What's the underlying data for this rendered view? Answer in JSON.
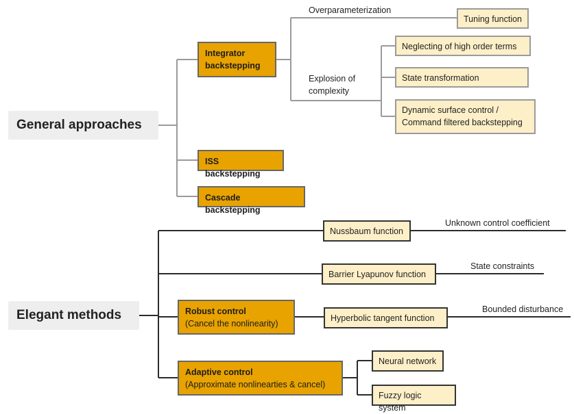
{
  "general": {
    "root": "General approaches",
    "integrator": {
      "line1": "Integrator",
      "line2": "backstepping"
    },
    "iss": "ISS backstepping",
    "cascade": "Cascade backstepping",
    "overparam_label": "Overparameterization",
    "tuning": "Tuning function",
    "explosion_line1": "Explosion of",
    "explosion_line2": "complexity",
    "neglect": "Neglecting of high order terms",
    "state_transform": "State transformation",
    "dsc_line1": "Dynamic surface control /",
    "dsc_line2": "Command filtered backstepping"
  },
  "elegant": {
    "root": "Elegant methods",
    "nussbaum": "Nussbaum function",
    "nussbaum_note": "Unknown control coefficient",
    "barrier": "Barrier Lyapunov function",
    "barrier_note": "State constraints",
    "robust": {
      "title": "Robust control",
      "sub": "(Cancel the nonlinearity)"
    },
    "hyperbolic": "Hyperbolic tangent function",
    "hyperbolic_note": "Bounded disturbance",
    "adaptive": {
      "title": "Adaptive control",
      "sub": "(Approximate nonlinearties & cancel)"
    },
    "neural": "Neural network",
    "fuzzy": "Fuzzy logic system"
  }
}
